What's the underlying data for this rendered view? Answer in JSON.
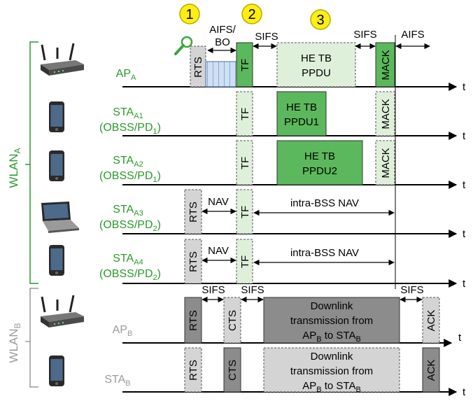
{
  "colors": {
    "wlan_a": "#2a9a2a",
    "wlan_b": "#9a9a9a",
    "frame_green": "#5cb85c",
    "frame_green_light": "#dff0da",
    "frame_gray_dark": "#8c8c8c",
    "frame_gray_light": "#d4d4d4",
    "backoff_blue": "#cfe0f5",
    "step_circle": "#ffee11",
    "magnifier": "#3aa63a"
  },
  "steps": [
    "1",
    "2",
    "3"
  ],
  "groups": {
    "wlan_a": {
      "label": "WLAN",
      "sub": "A"
    },
    "wlan_b": {
      "label": "WLAN",
      "sub": "B"
    }
  },
  "stations": [
    {
      "id": "ap-a",
      "line1": "AP",
      "sub1": "A",
      "line2": "",
      "icon": "router-icon"
    },
    {
      "id": "sta-a1",
      "line1": "STA",
      "sub1": "A1",
      "line2": "(OBSS/PD",
      "sub2": "1",
      "line2_end": ")",
      "icon": "phone-icon"
    },
    {
      "id": "sta-a2",
      "line1": "STA",
      "sub1": "A2",
      "line2": "(OBSS/PD",
      "sub2": "1",
      "line2_end": ")",
      "icon": "phone-icon"
    },
    {
      "id": "sta-a3",
      "line1": "STA",
      "sub1": "A3",
      "line2": "(OBSS/PD",
      "sub2": "2",
      "line2_end": ")",
      "icon": "laptop-icon"
    },
    {
      "id": "sta-a4",
      "line1": "STA",
      "sub1": "A4",
      "line2": "(OBSS/PD",
      "sub2": "2",
      "line2_end": ")",
      "icon": "phone-icon"
    },
    {
      "id": "ap-b",
      "line1": "AP",
      "sub1": "B",
      "line2": "",
      "icon": "router-icon"
    },
    {
      "id": "sta-b",
      "line1": "STA",
      "sub1": "B",
      "line2": "",
      "icon": "phone-icon"
    }
  ],
  "axis_label": "t",
  "frames": {
    "rts": "RTS",
    "tf": "TF",
    "mack": "MACK",
    "cts": "CTS",
    "ack": "ACK",
    "he_tb": "HE TB",
    "ppdu": "PPDU",
    "ppdu1": "PPDU1",
    "ppdu2": "PPDU2",
    "downlink_1": "Downlink",
    "downlink_2": "transmission from",
    "downlink_3a": "AP",
    "downlink_3b": "B",
    "downlink_3c": " to STA",
    "downlink_3d": "B"
  },
  "intervals": {
    "aifs_bo_1": "AIFS/",
    "aifs_bo_2": "BO",
    "sifs": "SIFS",
    "aifs": "AIFS",
    "nav": "NAV",
    "intra_bss_nav": "intra-BSS NAV"
  }
}
